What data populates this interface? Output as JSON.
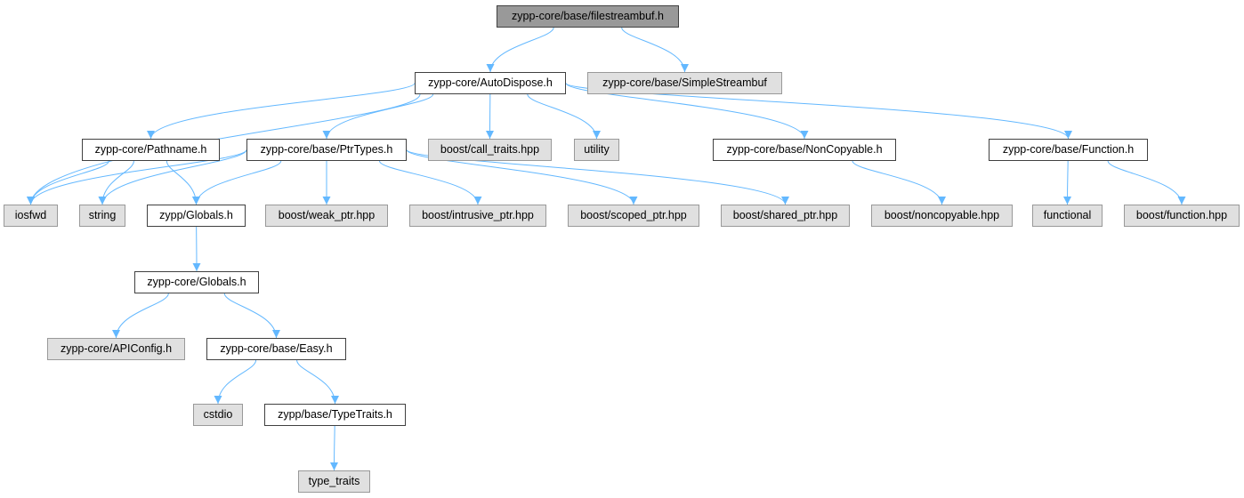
{
  "graph": {
    "colors": {
      "edge": "#63b8ff",
      "root_fill": "#999999",
      "documented_fill": "#ffffff",
      "external_fill": "#e0e0e0"
    },
    "nodes": {
      "filestreambuf": "zypp-core/base/filestreambuf.h",
      "autodispose": "zypp-core/AutoDispose.h",
      "simplestreambuf": "zypp-core/base/SimpleStreambuf",
      "pathname": "zypp-core/Pathname.h",
      "ptrtypes": "zypp-core/base/PtrTypes.h",
      "call_traits": "boost/call_traits.hpp",
      "utility": "utility",
      "noncopyable_h": "zypp-core/base/NonCopyable.h",
      "function_h": "zypp-core/base/Function.h",
      "iosfwd": "iosfwd",
      "string": "string",
      "zypp_globals": "zypp/Globals.h",
      "weak_ptr": "boost/weak_ptr.hpp",
      "intrusive_ptr": "boost/intrusive_ptr.hpp",
      "scoped_ptr": "boost/scoped_ptr.hpp",
      "shared_ptr": "boost/shared_ptr.hpp",
      "boost_noncopyable": "boost/noncopyable.hpp",
      "functional": "functional",
      "boost_function": "boost/function.hpp",
      "core_globals": "zypp-core/Globals.h",
      "apiconfig": "zypp-core/APIConfig.h",
      "easy": "zypp-core/base/Easy.h",
      "cstdio": "cstdio",
      "typetraits": "zypp/base/TypeTraits.h",
      "type_traits": "type_traits"
    },
    "edges": [
      [
        "filestreambuf",
        "autodispose"
      ],
      [
        "filestreambuf",
        "simplestreambuf"
      ],
      [
        "autodispose",
        "iosfwd"
      ],
      [
        "autodispose",
        "pathname"
      ],
      [
        "autodispose",
        "ptrtypes"
      ],
      [
        "autodispose",
        "call_traits"
      ],
      [
        "autodispose",
        "utility"
      ],
      [
        "autodispose",
        "noncopyable_h"
      ],
      [
        "autodispose",
        "function_h"
      ],
      [
        "pathname",
        "iosfwd"
      ],
      [
        "pathname",
        "string"
      ],
      [
        "pathname",
        "zypp_globals"
      ],
      [
        "ptrtypes",
        "iosfwd"
      ],
      [
        "ptrtypes",
        "string"
      ],
      [
        "ptrtypes",
        "zypp_globals"
      ],
      [
        "ptrtypes",
        "weak_ptr"
      ],
      [
        "ptrtypes",
        "intrusive_ptr"
      ],
      [
        "ptrtypes",
        "scoped_ptr"
      ],
      [
        "ptrtypes",
        "shared_ptr"
      ],
      [
        "noncopyable_h",
        "boost_noncopyable"
      ],
      [
        "function_h",
        "functional"
      ],
      [
        "function_h",
        "boost_function"
      ],
      [
        "zypp_globals",
        "core_globals"
      ],
      [
        "core_globals",
        "apiconfig"
      ],
      [
        "core_globals",
        "easy"
      ],
      [
        "easy",
        "cstdio"
      ],
      [
        "easy",
        "typetraits"
      ],
      [
        "typetraits",
        "type_traits"
      ]
    ]
  }
}
